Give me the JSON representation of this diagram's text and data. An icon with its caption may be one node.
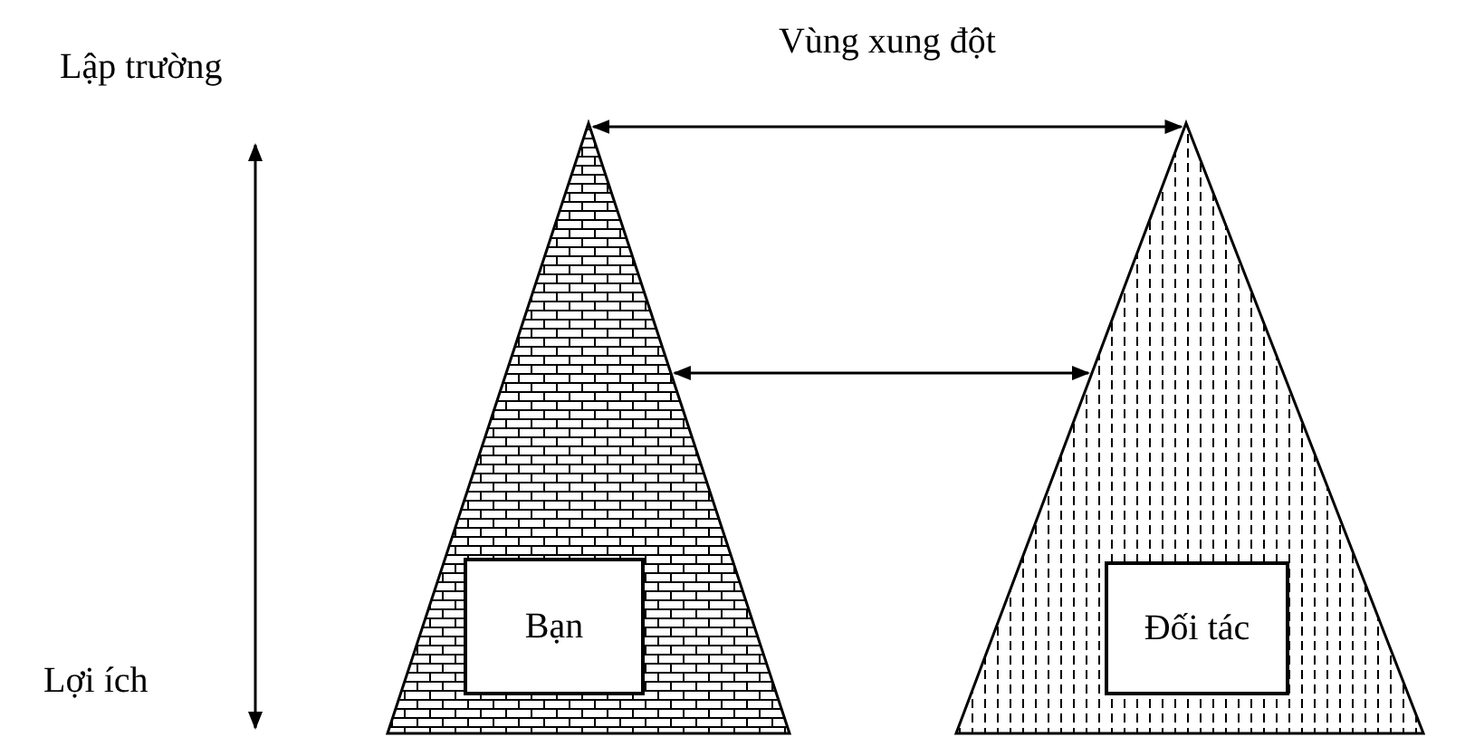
{
  "diagram": {
    "nodes": [
      {
        "text": [],
        "shape": "triangle"
      },
      {
        "text": [
          "Bạn"
        ],
        "in": 0
      },
      {
        "text": [],
        "shape": "triangle"
      },
      {
        "text": [
          "Đối tác"
        ],
        "in": 2
      }
    ],
    "edges": [
      {
        "from": 0,
        "to": 2,
        "arrow": "both",
        "label": "Vùng xung đột"
      },
      {
        "from": 0,
        "to": 2,
        "arrow": "both"
      }
    ],
    "labels": [
      "Lập trường",
      "Lợi ích"
    ]
  }
}
